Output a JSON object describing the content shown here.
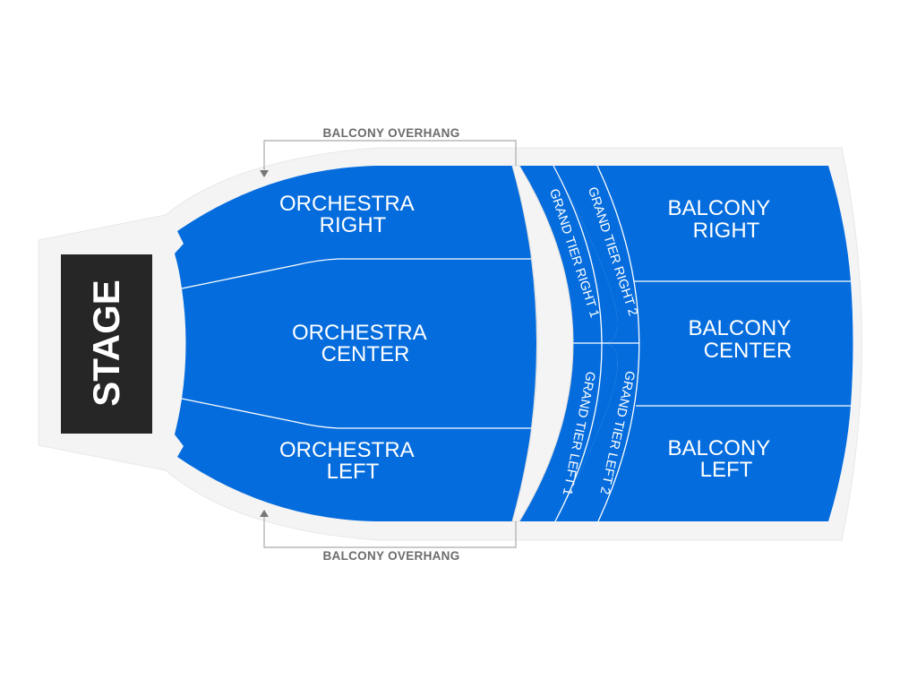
{
  "stage": {
    "label": "STAGE"
  },
  "overhang": {
    "top_label": "BALCONY OVERHANG",
    "bottom_label": "BALCONY OVERHANG"
  },
  "sections": {
    "orchestra_right": [
      "ORCHESTRA",
      "RIGHT"
    ],
    "orchestra_center": [
      "ORCHESTRA",
      "CENTER"
    ],
    "orchestra_left": [
      "ORCHESTRA",
      "LEFT"
    ],
    "grand_tier_right_1": "GRAND TIER RIGHT 1",
    "grand_tier_right_2": "GRAND TIER RIGHT 2",
    "grand_tier_left_1": "GRAND TIER LEFT 1",
    "grand_tier_left_2": "GRAND TIER LEFT 2",
    "balcony_right": [
      "BALCONY",
      "RIGHT"
    ],
    "balcony_center": [
      "BALCONY",
      "CENTER"
    ],
    "balcony_left": [
      "BALCONY",
      "LEFT"
    ]
  },
  "colors": {
    "section": "#046cdd",
    "stage": "#262626",
    "venue_floor": "#f4f4f4",
    "label": "#ffffff"
  }
}
